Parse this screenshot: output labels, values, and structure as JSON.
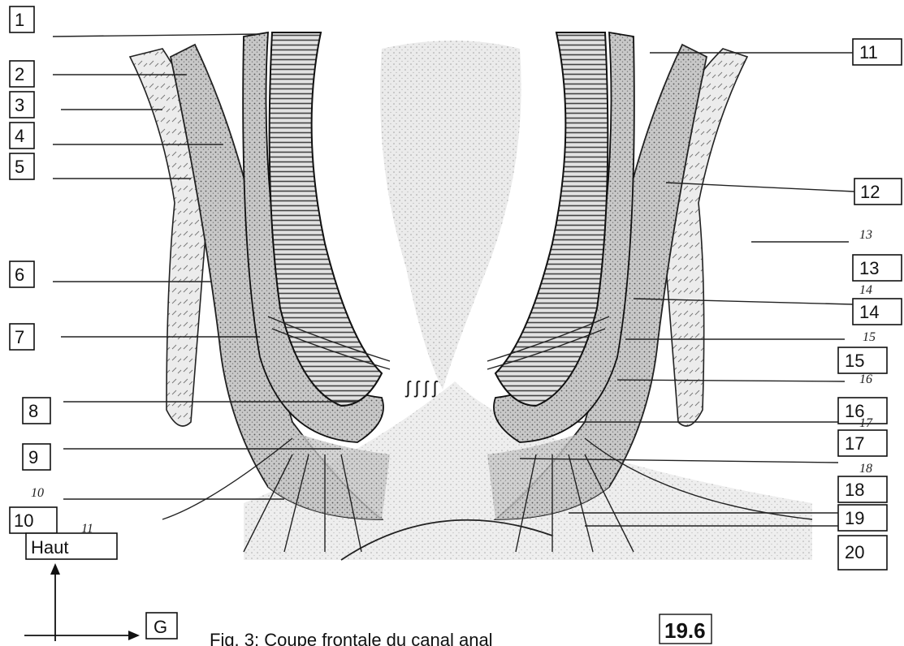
{
  "figure": {
    "caption": "Fig. 3: Coupe frontale du canal anal",
    "caption_tag": "19.6"
  },
  "axes": {
    "vertical_label": "Haut",
    "horizontal_label": "G"
  },
  "left_labels": [
    "1",
    "2",
    "3",
    "4",
    "5",
    "6",
    "7",
    "8",
    "9",
    "10"
  ],
  "right_labels": [
    "11",
    "12",
    "13",
    "14",
    "15",
    "16",
    "17",
    "18",
    "19",
    "20"
  ],
  "handwritten_notes": [
    "10",
    "11",
    "13",
    "14",
    "15",
    "16",
    "17",
    "18"
  ],
  "colors": {
    "ink": "#111111",
    "light_tissue": "#d4d4d4",
    "mid_tissue": "#b0b0b0",
    "dark_tissue": "#7c7c7c",
    "paper": "#ffffff"
  }
}
